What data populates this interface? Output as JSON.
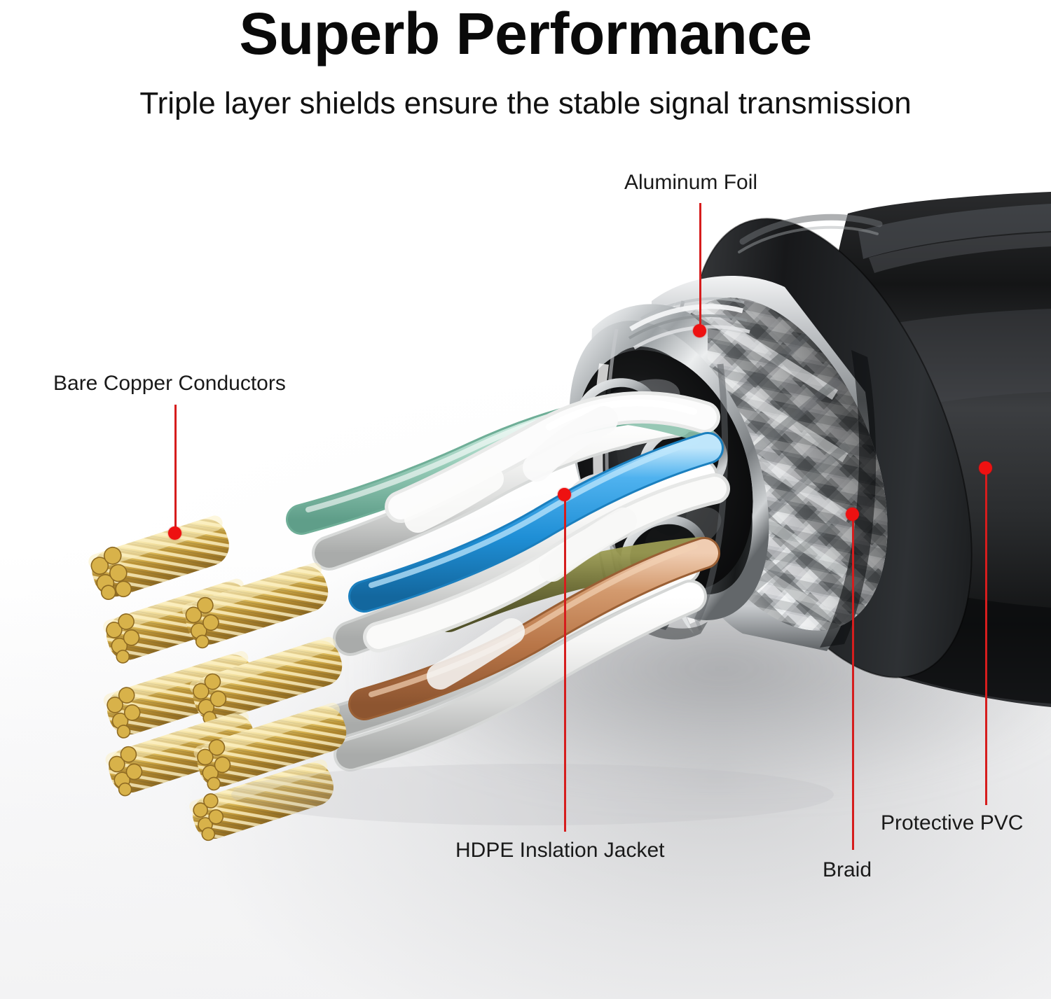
{
  "header": {
    "title": "Superb Performance",
    "subtitle": "Triple layer shields ensure the stable signal transmission"
  },
  "callouts": [
    {
      "id": "aluminum-foil",
      "label": "Aluminum Foil"
    },
    {
      "id": "bare-copper-conductors",
      "label": "Bare Copper Conductors"
    },
    {
      "id": "hdpe-insulation-jacket",
      "label": "HDPE Inslation Jacket"
    },
    {
      "id": "braid",
      "label": "Braid"
    },
    {
      "id": "protective-pvc",
      "label": "Protective PVC"
    }
  ],
  "colors": {
    "leader_red": "#d61d1d",
    "dot_red": "#ee1111",
    "text": "#1a1a1a",
    "title": "#0a0a0a",
    "background": "#ffffff",
    "jacket_black": "#1a1a1a",
    "foil_silver": "#c9ccce",
    "braid_grey": "#9ea2a5",
    "copper_gold": "#d8b24a",
    "wire_green": "#a8d8c6",
    "wire_blue": "#3aa6e8",
    "wire_brown": "#c98a5e",
    "wire_white": "#f2f2f0"
  },
  "diagram": {
    "subject": "Cat network cable cutaway cross-section",
    "layers": [
      "Protective PVC outer jacket",
      "Braid shield",
      "Aluminum Foil shield",
      "HDPE Inslation Jacket",
      "Bare Copper Conductors"
    ],
    "conductor_count": 8,
    "twisted_pairs": [
      {
        "name": "green-pair",
        "colors": [
          "#a8d8c6",
          "#f2f2f0"
        ]
      },
      {
        "name": "blue-pair",
        "colors": [
          "#3aa6e8",
          "#f2f2f0"
        ]
      },
      {
        "name": "brown-pair",
        "colors": [
          "#c98a5e",
          "#f2f2f0"
        ]
      },
      {
        "name": "olive-pair",
        "colors": [
          "#7a7a3c",
          "#f2f2f0"
        ]
      }
    ]
  }
}
